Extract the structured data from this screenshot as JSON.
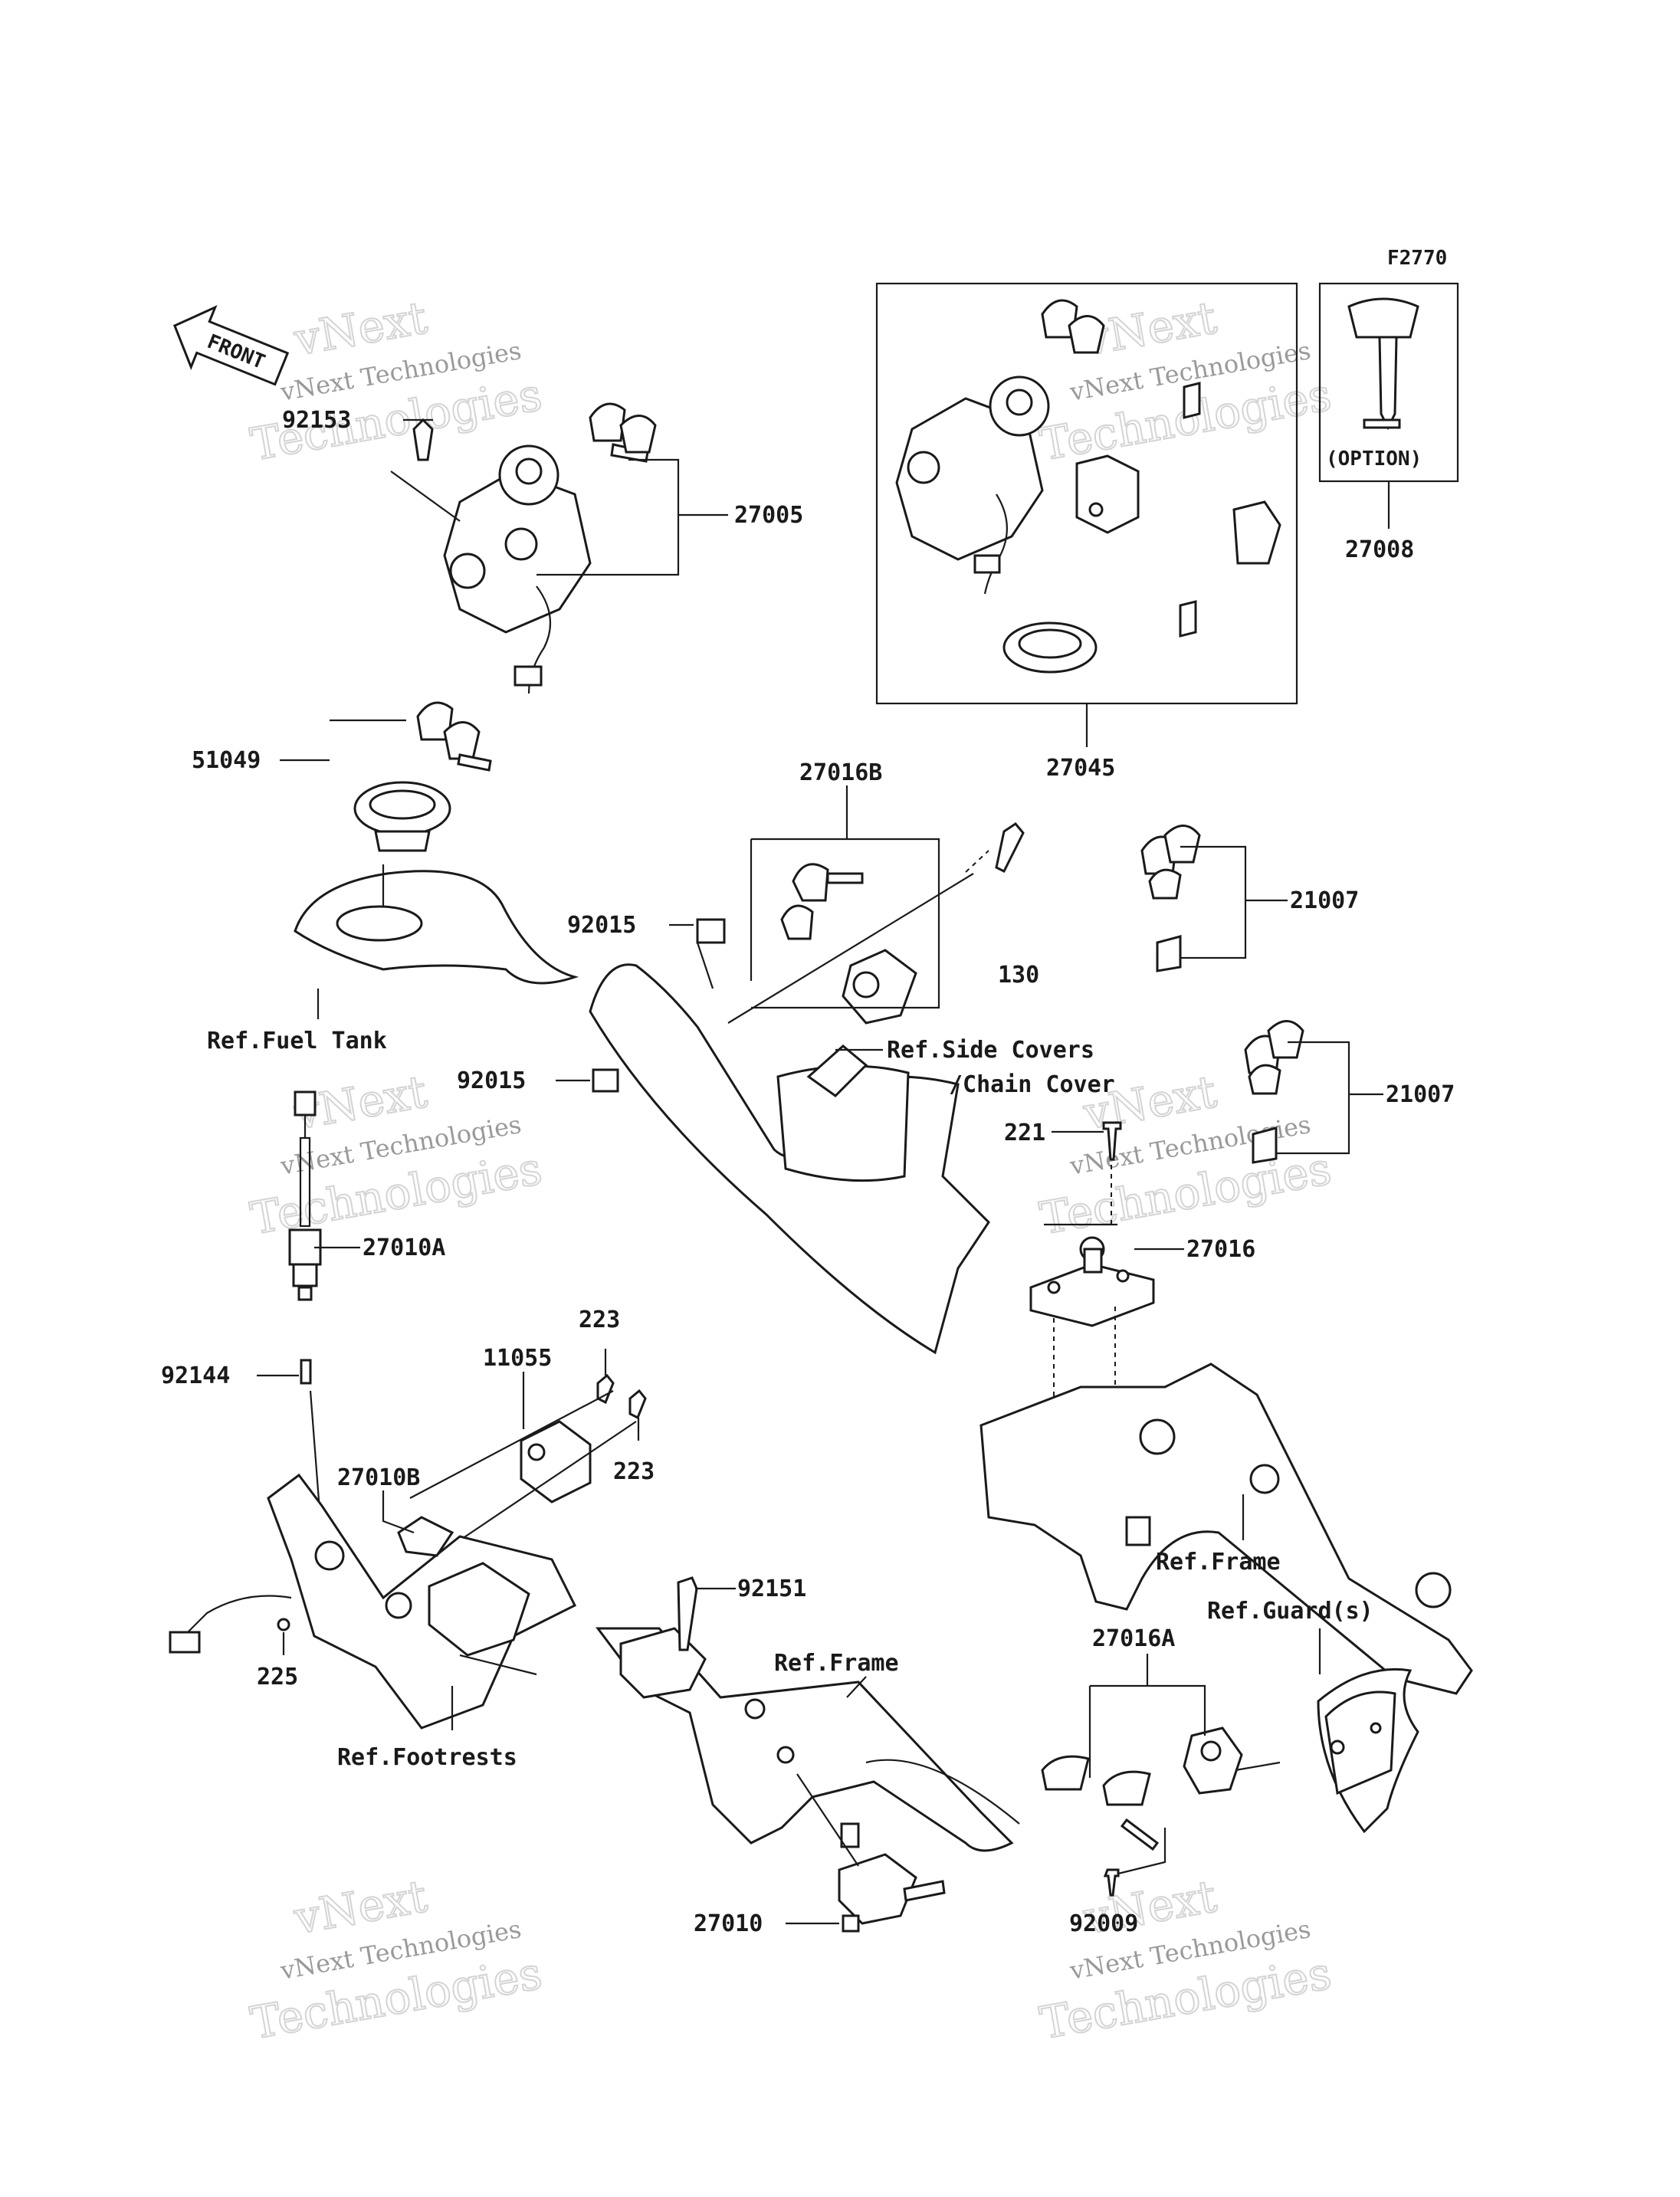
{
  "figure_code": "F2770",
  "front_label": "FRONT",
  "option_label": "(OPTION)",
  "watermark": {
    "line1": "vNext",
    "line2": "vNext Technologies",
    "line3": "Technologies"
  },
  "parts": {
    "p92153": "92153",
    "p27005": "27005",
    "p27045": "27045",
    "p27008": "27008",
    "p51049": "51049",
    "p27016B": "27016B",
    "p92015a": "92015",
    "p92015b": "92015",
    "p130": "130",
    "p21007a": "21007",
    "p21007b": "21007",
    "p221": "221",
    "p27016": "27016",
    "p27010A": "27010A",
    "p92144": "92144",
    "p223a": "223",
    "p223b": "223",
    "p11055": "11055",
    "p27010B": "27010B",
    "p225": "225",
    "p92151": "92151",
    "p27016A": "27016A",
    "p27010": "27010",
    "p92009": "92009"
  },
  "refs": {
    "fuel_tank": "Ref.Fuel Tank",
    "side_covers_1": "Ref.Side Covers",
    "side_covers_2": "/Chain Cover",
    "frame_a": "Ref.Frame",
    "frame_b": "Ref.Frame",
    "guards": "Ref.Guard(s)",
    "footrests": "Ref.Footrests"
  }
}
